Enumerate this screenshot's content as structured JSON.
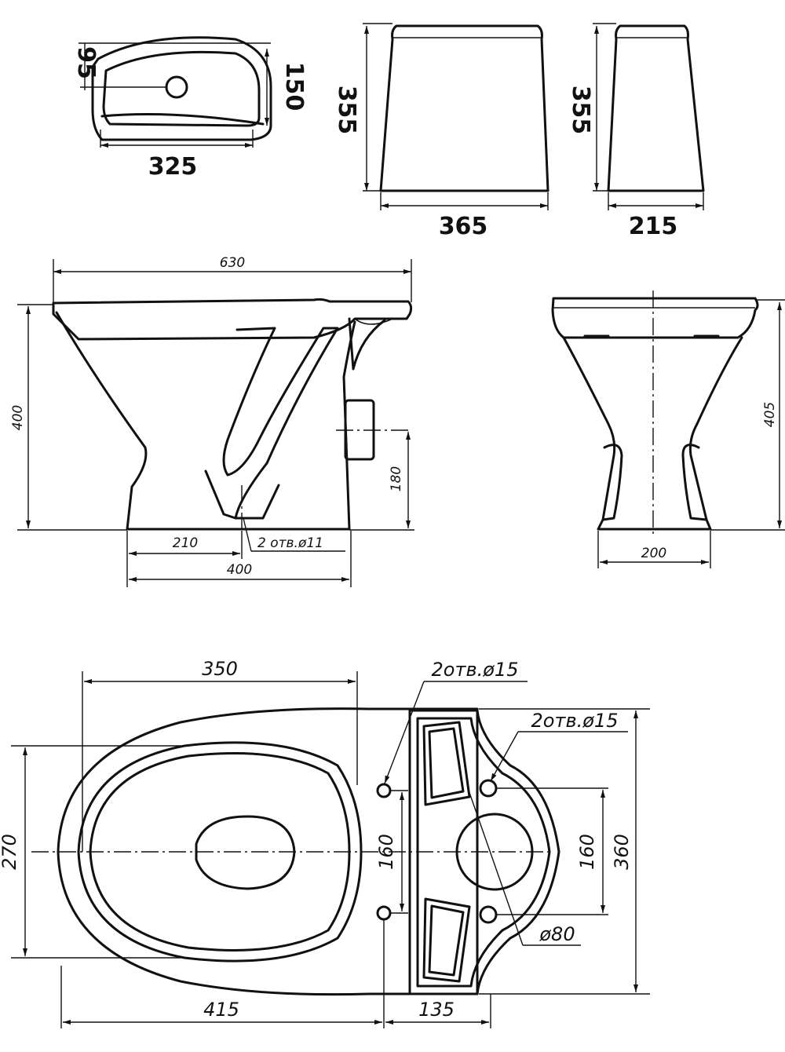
{
  "cistern_lid": {
    "d1": "95",
    "d2": "150",
    "d3": "325"
  },
  "cistern_front": {
    "height": "355",
    "width": "365"
  },
  "cistern_side": {
    "height": "355",
    "width": "215"
  },
  "side_view": {
    "length": "630",
    "height": "400",
    "outlet_height": "180",
    "d210": "210",
    "holes": "2 отв.ø11",
    "base": "400"
  },
  "front_view": {
    "height": "405",
    "base": "200"
  },
  "top_view": {
    "d350": "350",
    "holes_left": "2отв.ø15",
    "holes_right": "2отв.ø15",
    "d270": "270",
    "d160a": "160",
    "d160b": "160",
    "d360": "360",
    "d80": "ø80",
    "d415": "415",
    "d135": "135"
  }
}
